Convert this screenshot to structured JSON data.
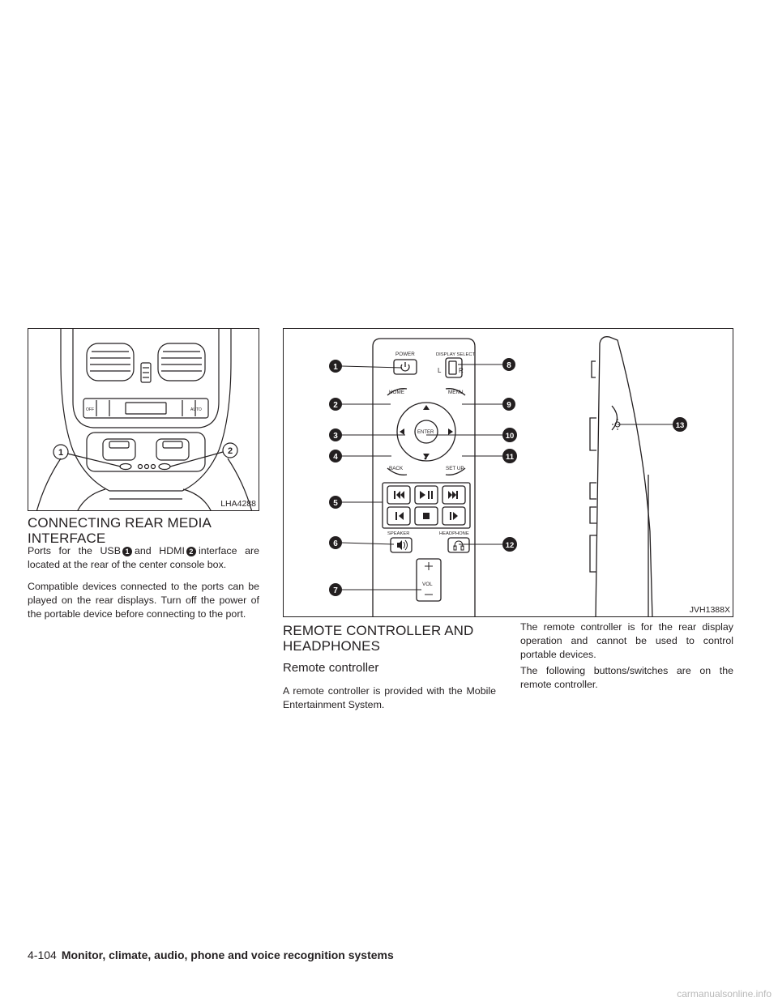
{
  "figure_left": {
    "code": "LHA4288",
    "callouts": [
      "1",
      "2"
    ]
  },
  "figure_right": {
    "code": "JVH1388X",
    "labels": {
      "power": "POWER",
      "display_select": "DISPLAY SELECT",
      "l": "L",
      "r": "R",
      "home": "HOME",
      "menu": "MENU",
      "enter": "ENTER",
      "back": "BACK",
      "setup": "SET UP",
      "speaker": "SPEAKER",
      "headphone": "HEADPHONE",
      "vol": "VOL"
    },
    "callouts": [
      "1",
      "2",
      "3",
      "4",
      "5",
      "6",
      "7",
      "8",
      "9",
      "10",
      "11",
      "12",
      "13"
    ]
  },
  "section_left": {
    "heading": "CONNECTING REAR MEDIA INTERFACE",
    "p1_a": "Ports for the USB",
    "n1": "1",
    "p1_b": "and HDMI",
    "n2": "2",
    "p1_c": "interface are located at the rear of the center console box.",
    "p2": "Compatible devices connected to the ports can be played on the rear displays. Turn off the power of the portable device before connecting to the port."
  },
  "section_middle": {
    "heading": "REMOTE CONTROLLER AND HEADPHONES",
    "subheading": "Remote controller",
    "p1": "A remote controller is provided with the Mobile Entertainment System."
  },
  "section_right": {
    "p1": "The remote controller is for the rear display operation and cannot be used to control portable devices.",
    "p2": "The following buttons/switches are on the remote controller."
  },
  "footer": {
    "page": "4-104",
    "section": "Monitor, climate, audio, phone and voice recognition systems"
  },
  "watermark": "carmanualsonline.info"
}
